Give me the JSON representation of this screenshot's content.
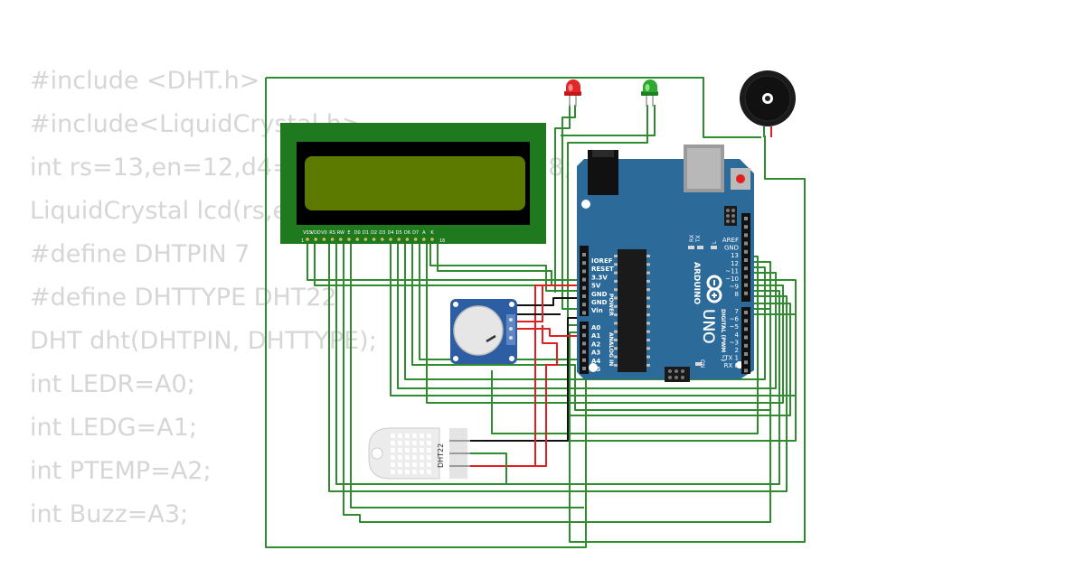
{
  "code": {
    "lines": [
      "#include <DHT.h>",
      "#include<LiquidCrystal.h>",
      "int rs=13,en=12,d4=11,d5=10,d6=9,d7=8;",
      "LiquidCrystal lcd(rs,en,d4,d5,d6,d7);",
      "#define DHTPIN 7",
      "#define DHTTYPE DHT22",
      "DHT dht(DHTPIN, DHTTYPE);",
      "int LEDR=A0;",
      "int LEDG=A1;",
      "int PTEMP=A2;",
      "int Buzz=A3;"
    ]
  },
  "lcd": {
    "pin_labels": [
      "VSS",
      "VDD",
      "V0",
      "RS",
      "RW",
      "E",
      "D0",
      "D1",
      "D2",
      "D3",
      "D4",
      "D5",
      "D6",
      "D7",
      "A",
      "K"
    ],
    "pin_first": "1",
    "pin_last": "16"
  },
  "sensor": {
    "label": "DHT22"
  },
  "arduino": {
    "brand": "ARDUINO",
    "model": "UNO",
    "power_label": "POWER",
    "analog_label": "ANALOG IN",
    "digital_label": "DIGITAL (PWM ~)",
    "on_label": "ON",
    "l_label": "L",
    "tx_label": "TX",
    "rx_label": "RX",
    "power_pins": [
      "IOREF",
      "RESET",
      "3.3V",
      "5V",
      "GND",
      "GND",
      "Vin"
    ],
    "analog_pins": [
      "A0",
      "A1",
      "A2",
      "A3",
      "A4",
      "A5"
    ],
    "digital_top": [
      "AREF",
      "GND",
      "13",
      "12",
      "~11",
      "~10",
      "~9",
      "8"
    ],
    "digital_bottom": [
      "7",
      "~6",
      "~5",
      "4",
      "~3",
      "2",
      "TX 1",
      "RX 0"
    ]
  },
  "colors": {
    "wire_green": "#2e8b2e",
    "wire_red": "#e02020",
    "wire_black": "#111111",
    "arduino_blue": "#2c6a9a",
    "lcd_green": "#1f7a1f",
    "lcd_screen": "#5d7a00",
    "code_text": "#d6d6d6"
  }
}
